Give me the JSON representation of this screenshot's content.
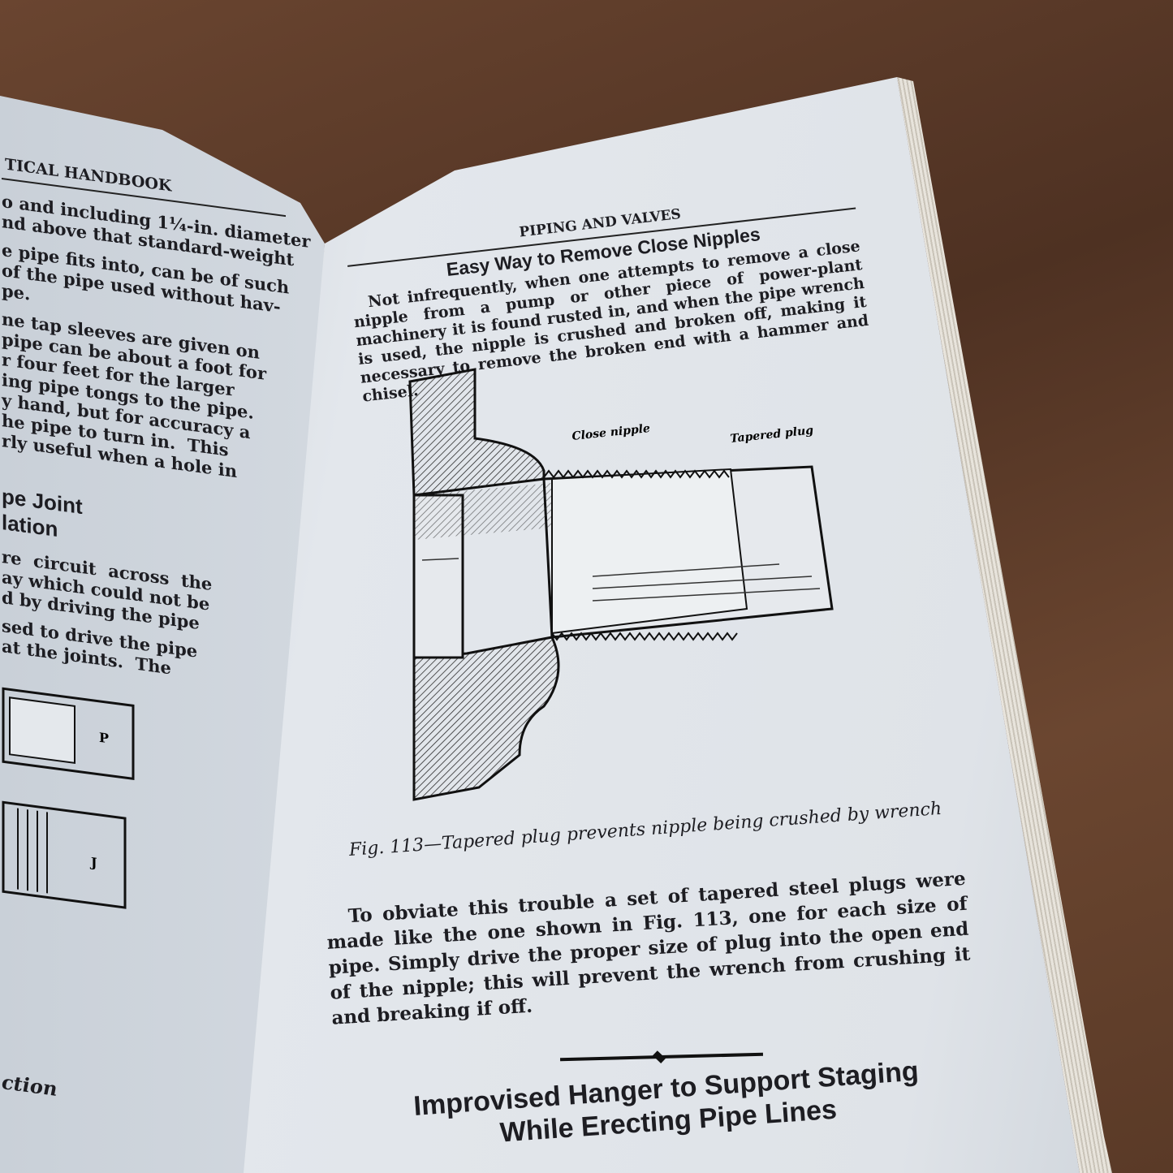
{
  "left_page": {
    "header": "TICAL HANDBOOK",
    "para1": [
      "o and including 1¼-in. diameter",
      "nd above that standard-weight"
    ],
    "para2": [
      "e pipe fits into, can be of such",
      "of the pipe used without hav-",
      "pe."
    ],
    "para3": [
      "ne tap sleeves are given on",
      "pipe can be about a foot for",
      "r four feet for the larger",
      "ing pipe tongs to the pipe.",
      "y hand, but for accuracy a",
      "he pipe to turn in.  This",
      "rly useful when a hole in"
    ],
    "heading": [
      "pe Joint",
      "lation"
    ],
    "para4": [
      "re  circuit  across  the",
      "ay which could not be",
      "d by driving the pipe"
    ],
    "para5": [
      "sed to drive the pipe",
      "at the joints.  The"
    ],
    "figure_labels": [
      "P",
      "J"
    ],
    "caption": "ction"
  },
  "right_page": {
    "header": "PIPING AND VALVES",
    "title": "Easy Way to Remove Close Nipples",
    "intro": "Not infrequently, when one attempts to remove a close nipple from a pump or other piece of power-plant machinery it is found rusted in, and when the pipe wrench is used, the nipple is crushed and broken off, making it necessary to remove the broken end with a hammer and chisel.",
    "figure": {
      "label_nipple": "Close nipple",
      "label_plug": "Tapered plug"
    },
    "caption": "Fig. 113—Tapered plug prevents nipple being crushed by wrench",
    "body": "To obviate this trouble a set of tapered steel plugs were made like the one shown in Fig. 113, one for each size of pipe. Simply drive the proper size of plug into the open end of the nipple; this will prevent the wrench from crushing it and breaking if off.",
    "next_title": "Improvised Hanger to Support Staging While Erecting Pipe Lines"
  }
}
